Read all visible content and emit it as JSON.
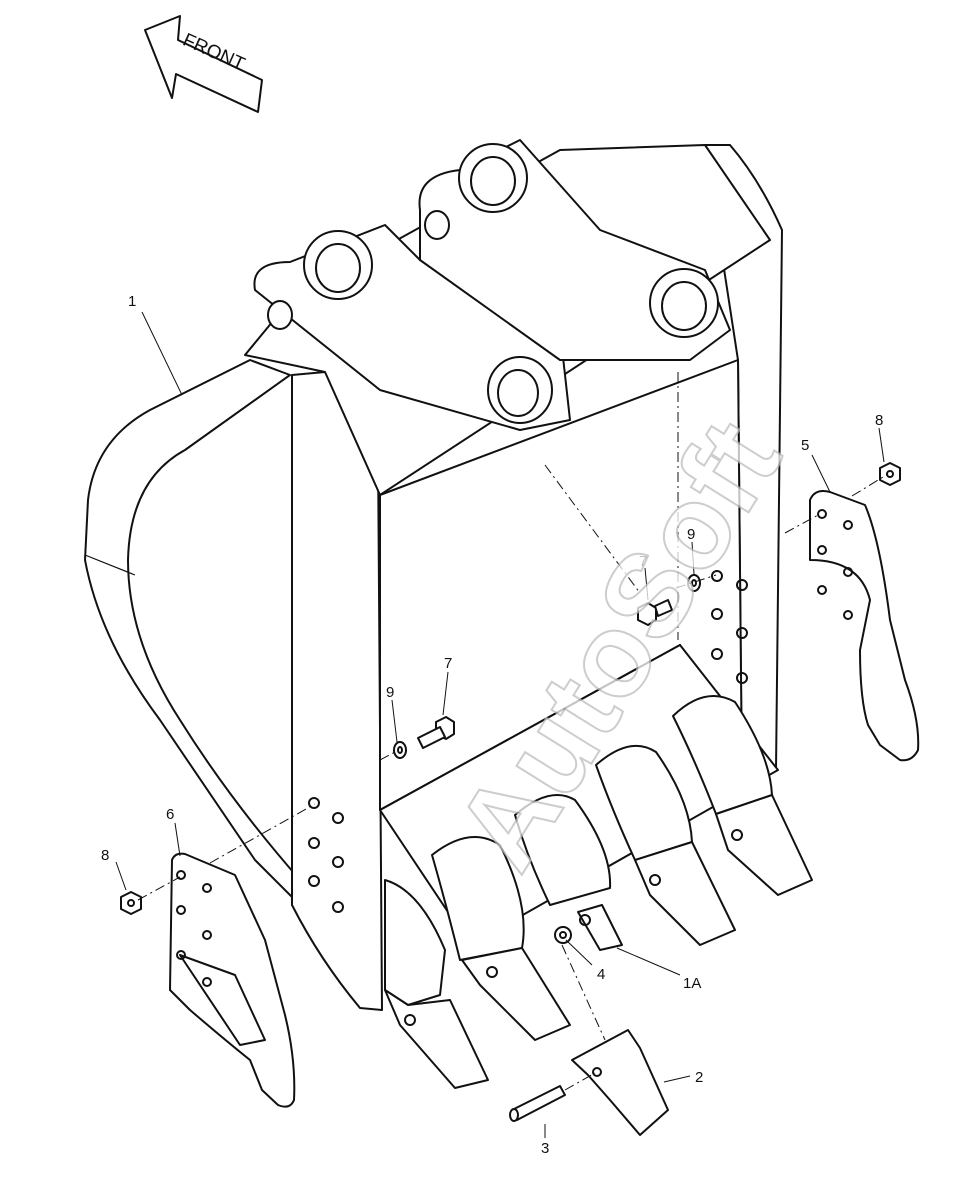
{
  "diagram": {
    "front_label": "FRONT",
    "watermark": "AutoSoft",
    "callouts": {
      "c1": "1",
      "c1a": "1A",
      "c2": "2",
      "c3": "3",
      "c4": "4",
      "c5": "5",
      "c6": "6",
      "c7a": "7",
      "c7b": "7",
      "c8a": "8",
      "c8b": "8",
      "c9a": "9",
      "c9b": "9"
    }
  }
}
